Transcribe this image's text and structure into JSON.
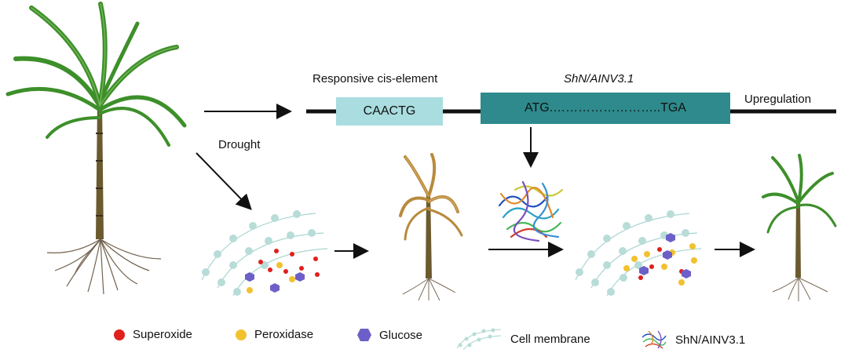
{
  "labels": {
    "responsive_cis_element": "Responsive cis-element",
    "gene_name": "ShN/AINV3.1",
    "upregulation": "Upregulation",
    "drought": "Drought",
    "cis_box": "CAACTG",
    "gene_box": "ATG.……………………..TGA"
  },
  "legend": [
    {
      "label": "Superoxide",
      "icon": "red-dot-icon",
      "color": "#e0201c"
    },
    {
      "label": "Peroxidase",
      "icon": "yellow-dot-icon",
      "color": "#f2c12e"
    },
    {
      "label": "Glucose",
      "icon": "purple-hexagon-icon",
      "color": "#6c5fc7"
    },
    {
      "label": "Cell membrane",
      "icon": "cell-membrane-icon",
      "color": "#b8dcd8"
    },
    {
      "label": "ShN/AINV3.1",
      "icon": "protein-structure-icon"
    }
  ],
  "colors": {
    "cis_box": "#a9dde0",
    "gene_box": "#2e8a8c",
    "plant_green": "#3d8f2a",
    "plant_dry": "#b98a3c",
    "dna_line": "#111111"
  }
}
